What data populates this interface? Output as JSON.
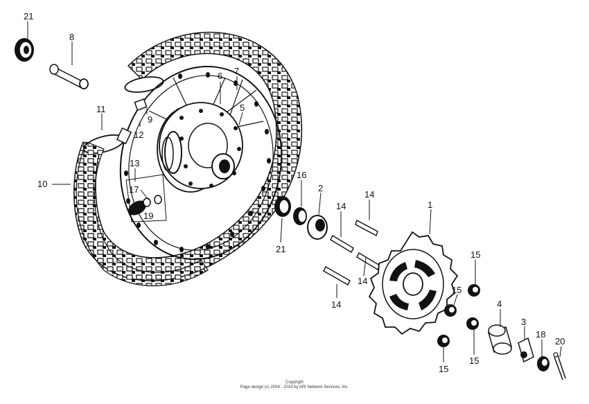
{
  "parts": {
    "p21_top": "21",
    "p8": "8",
    "p9": "9",
    "p12": "12",
    "p11": "11",
    "p10": "10",
    "p13": "13",
    "p17": "17",
    "p19": "19",
    "p6": "6",
    "p7": "7",
    "p5": "5",
    "p16": "16",
    "p2": "2",
    "p21_bottom": "21",
    "p14_a": "14",
    "p14_b": "14",
    "p14_c": "14",
    "p14_d": "14",
    "p1": "1",
    "p15_a": "15",
    "p15_b": "15",
    "p15_c": "15",
    "p15_d": "15",
    "p4": "4",
    "p3": "3",
    "p18": "18",
    "p20": "20"
  },
  "footer": {
    "line1": "Copyright",
    "line2": "Page design (c) 2004 - 2014 by ARI Network Services, Inc."
  },
  "icons": [
    "bearing-icon",
    "tire-icon",
    "hub-icon",
    "sprocket-icon",
    "nut-icon",
    "stud-bolt-icon"
  ]
}
